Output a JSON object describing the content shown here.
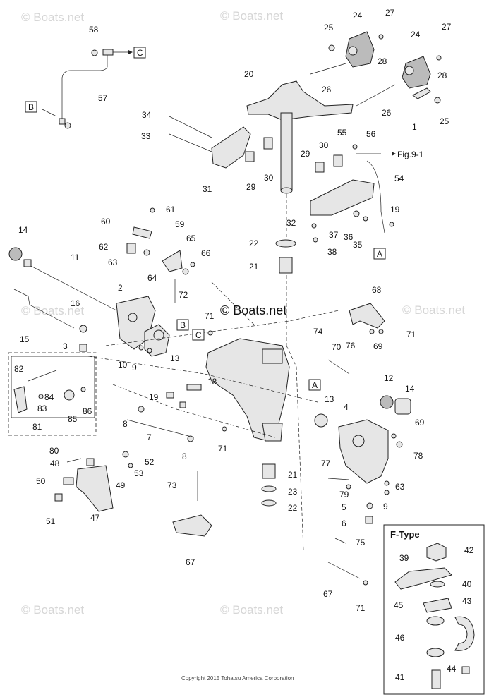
{
  "watermark": "© Boats.net",
  "copyright": "Copyright 2015 Tohatsu America Corporation",
  "fig_ref": "Fig.9-1",
  "ftype_title": "F-Type",
  "big_watermark": "© Boats.net",
  "box_refs": [
    "A",
    "B",
    "C"
  ],
  "callouts": [
    "58",
    "57",
    "20",
    "24",
    "25",
    "27",
    "28",
    "26",
    "1",
    "34",
    "33",
    "31",
    "29",
    "30",
    "55",
    "56",
    "54",
    "19",
    "35",
    "36",
    "37",
    "38",
    "32",
    "22",
    "21",
    "14",
    "11",
    "2",
    "16",
    "15",
    "3",
    "60",
    "61",
    "62",
    "63",
    "59",
    "64",
    "65",
    "66",
    "72",
    "71",
    "10",
    "9",
    "13",
    "82",
    "84",
    "83",
    "86",
    "85",
    "81",
    "80",
    "19",
    "18",
    "8",
    "7",
    "4",
    "12",
    "48",
    "50",
    "51",
    "47",
    "49",
    "52",
    "53",
    "73",
    "67",
    "70",
    "74",
    "76",
    "68",
    "69",
    "77",
    "78",
    "79",
    "5",
    "6",
    "23",
    "75",
    "42",
    "39",
    "40",
    "45",
    "43",
    "46",
    "44",
    "41"
  ]
}
